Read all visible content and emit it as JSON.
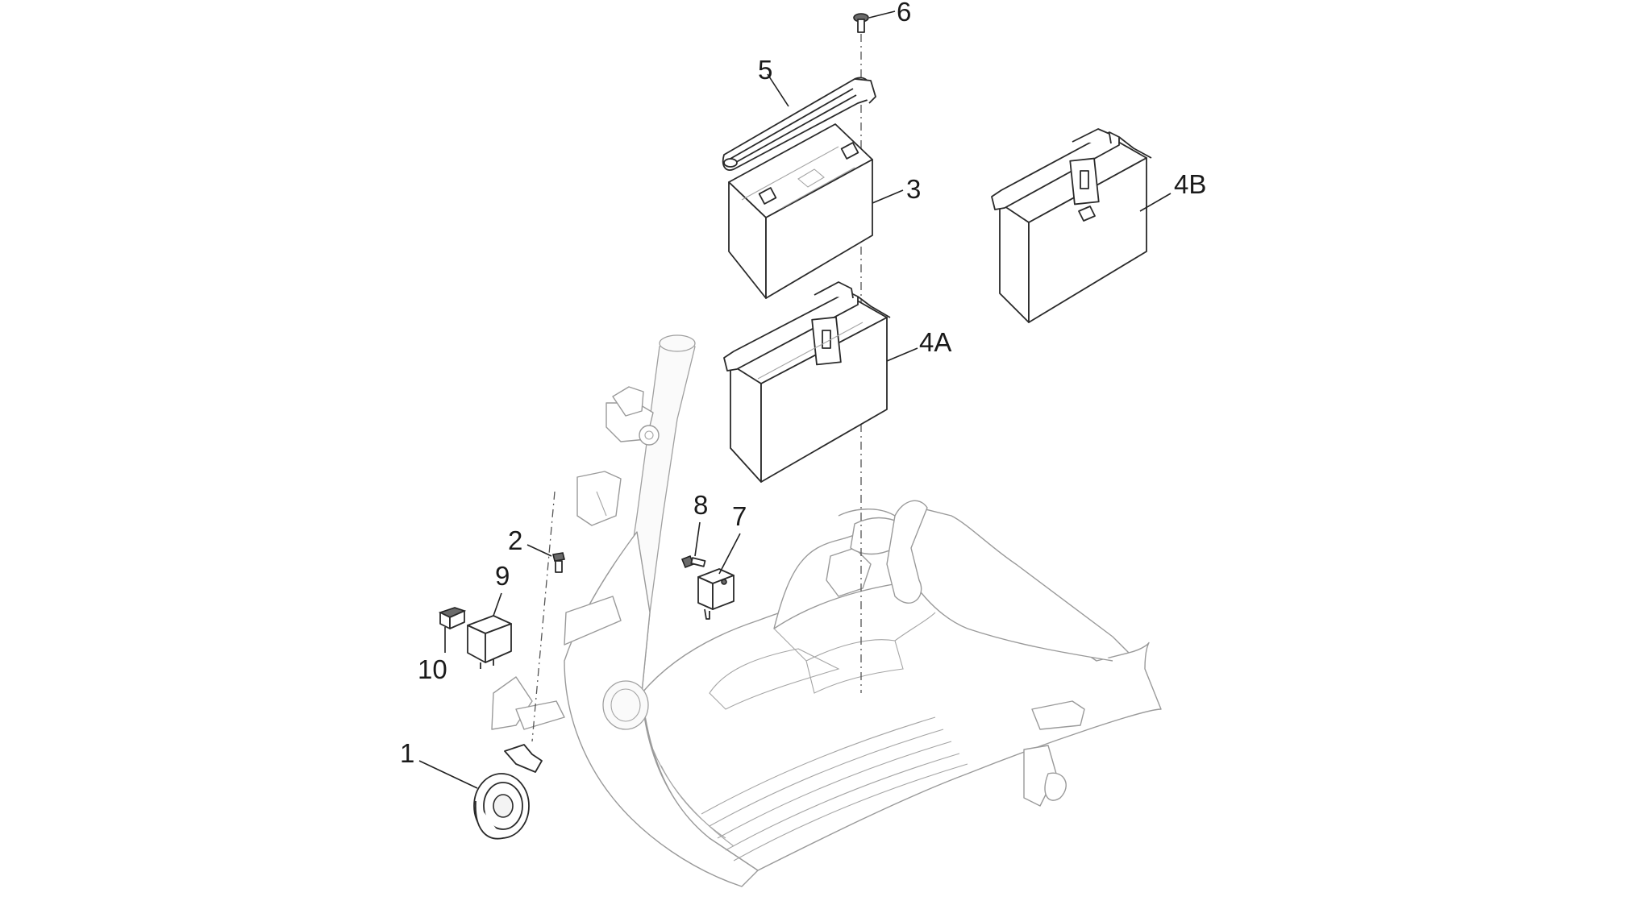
{
  "diagram": {
    "callouts": [
      {
        "id": "1",
        "text": "1"
      },
      {
        "id": "2",
        "text": "2"
      },
      {
        "id": "3",
        "text": "3"
      },
      {
        "id": "4A",
        "text": "4A"
      },
      {
        "id": "4B",
        "text": "4B"
      },
      {
        "id": "5",
        "text": "5"
      },
      {
        "id": "6",
        "text": "6"
      },
      {
        "id": "7",
        "text": "7"
      },
      {
        "id": "8",
        "text": "8"
      },
      {
        "id": "9",
        "text": "9"
      },
      {
        "id": "10",
        "text": "10"
      }
    ]
  }
}
